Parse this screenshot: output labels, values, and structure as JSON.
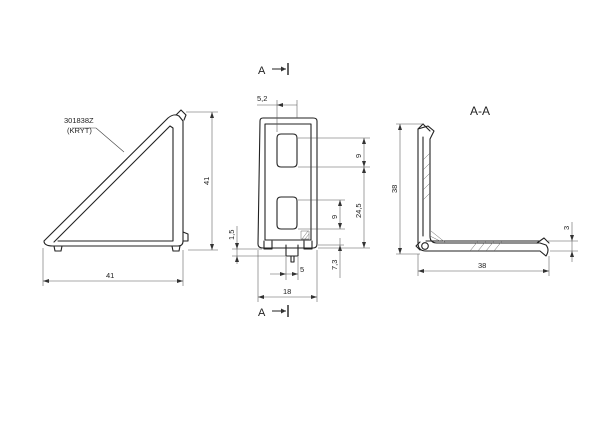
{
  "part_label": {
    "line1": "301838Z",
    "line2": "(KRYT)"
  },
  "section": {
    "letter_top": "A",
    "letter_bottom": "A",
    "title": "A-A"
  },
  "dimensions": {
    "left_height": "41",
    "left_width": "41",
    "top_width": "5,2",
    "slot_height_upper": "9",
    "slot_height_lower": "9",
    "slot_pitch": "24,5",
    "base_offset_left": "1,5",
    "base_offset_bottom": "7,3",
    "tab_width": "5",
    "overall_width": "18",
    "section_height": "38",
    "section_width": "38",
    "section_thickness": "3"
  }
}
